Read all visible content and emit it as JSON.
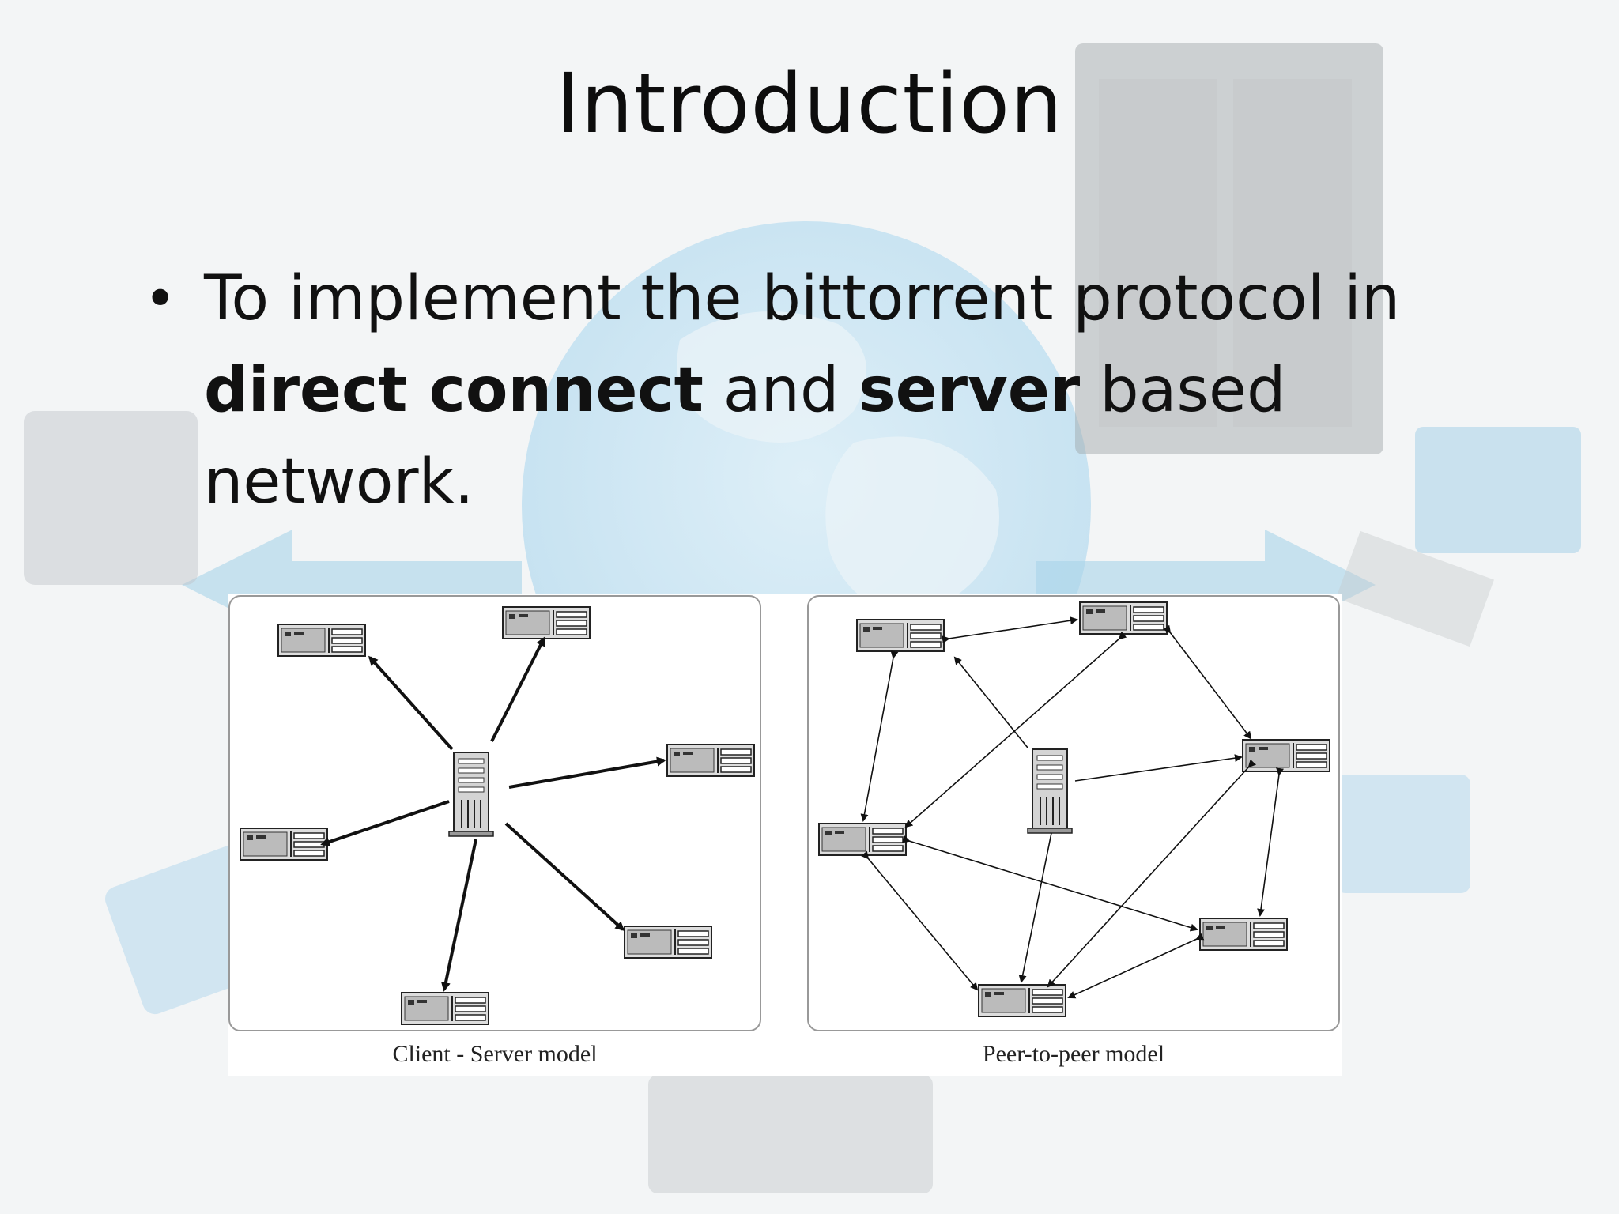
{
  "slide": {
    "title": "Introduction",
    "bullet": {
      "line1": "To implement the bittorrent protocol in",
      "bold1": "direct connect",
      "mid": "and",
      "bold2": "server",
      "end": "based network."
    }
  },
  "figure": {
    "left_caption": "Client - Server model",
    "right_caption": "Peer-to-peer model"
  },
  "colors": {
    "background_light_blue": "#bfe0f2",
    "background_grey": "#c9ced1",
    "text": "#111111"
  }
}
